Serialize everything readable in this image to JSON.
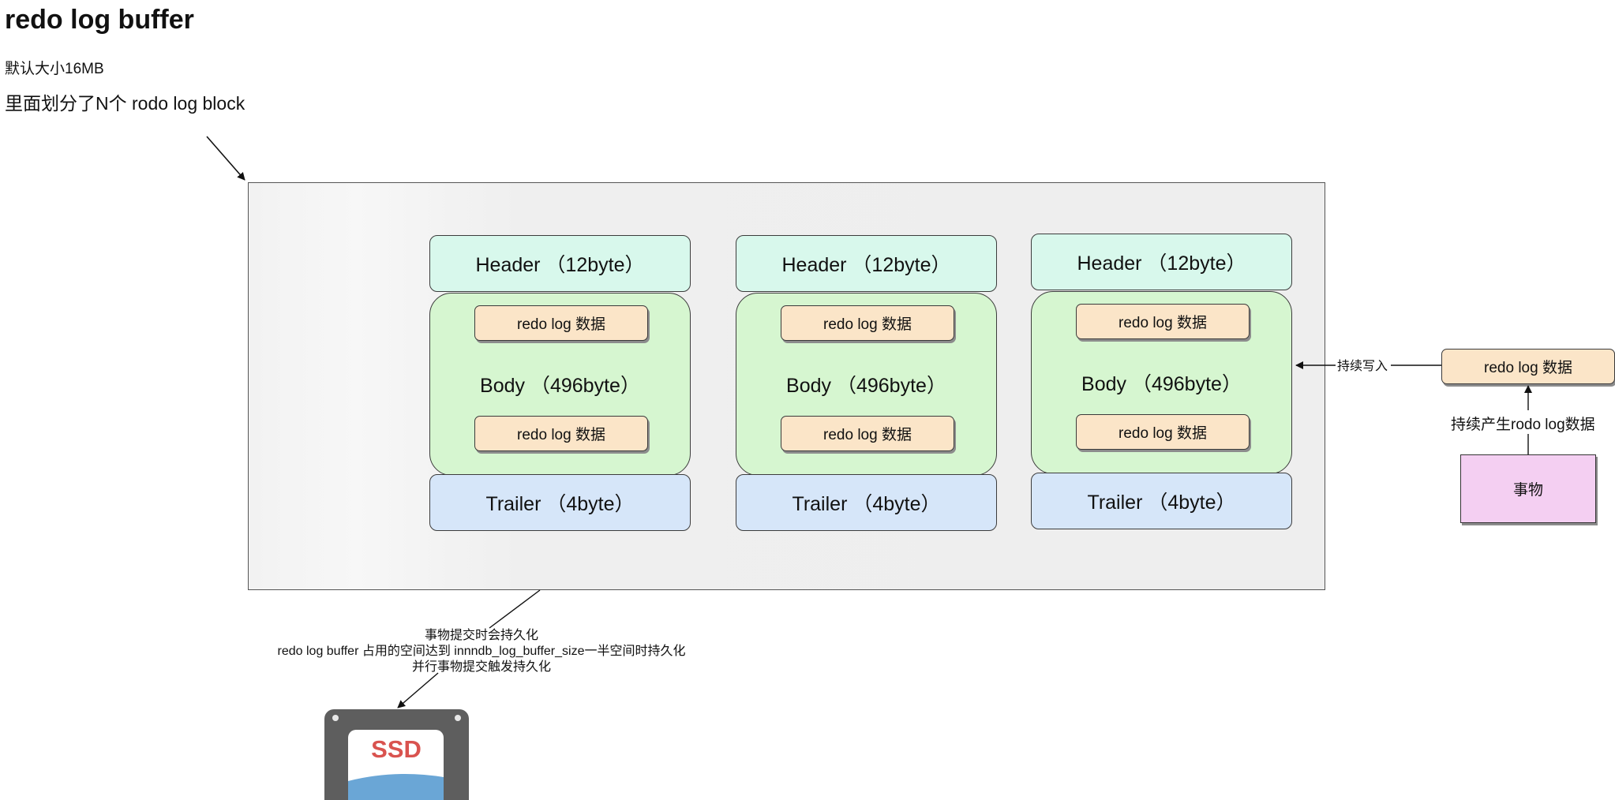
{
  "title": "redo log buffer",
  "subtitle_size": "默认大小16MB",
  "subtitle_blocks": "里面划分了N个 rodo log block",
  "blocks": [
    {
      "header": "Header （12byte）",
      "body": "Body （496byte）",
      "trailer": "Trailer （4byte）",
      "records": [
        "redo log 数据",
        "redo log 数据"
      ]
    },
    {
      "header": "Header （12byte）",
      "body": "Body （496byte）",
      "trailer": "Trailer （4byte）",
      "records": [
        "redo log 数据",
        "redo log 数据"
      ]
    },
    {
      "header": "Header （12byte）",
      "body": "Body （496byte）",
      "trailer": "Trailer （4byte）",
      "records": [
        "redo log 数据",
        "redo log 数据"
      ]
    }
  ],
  "side": {
    "record": "redo log 数据",
    "write_label": "持续写入",
    "generate_label": "持续产生rodo log数据",
    "transaction": "事物"
  },
  "persist_lines": [
    "事物提交时会持久化",
    "redo log buffer 占用的空间达到 innndb_log_buffer_size一半空间时持久化",
    "并行事物提交触发持久化"
  ],
  "ssd_label": "SSD",
  "colors": {
    "header": "#d8f8ec",
    "body": "#d6f6d0",
    "trailer": "#d6e6f9",
    "record": "#fbe5c8",
    "transaction": "#f4cff2",
    "ssd_text": "#d9534f"
  }
}
